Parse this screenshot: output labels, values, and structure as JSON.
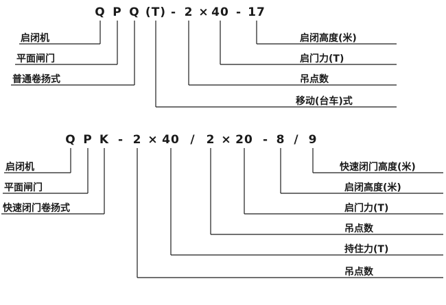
{
  "page": {
    "background": "#ffffff",
    "line_color": "#1a1a1a"
  },
  "diagram1": {
    "code_tokens": [
      "Q",
      "P",
      "Q",
      "(T)",
      "-",
      "2",
      "×",
      "40",
      "-",
      "17"
    ],
    "left_labels": [
      "启闭机",
      "平面闸门",
      "普通卷扬式"
    ],
    "right_labels": [
      "启闭高度(米)",
      "启门力(T)",
      "吊点数",
      "移动(台车)式"
    ]
  },
  "diagram2": {
    "code_tokens": [
      "Q",
      "P",
      "K",
      "-",
      "2",
      "×",
      "40",
      "/",
      "2",
      "×",
      "20",
      "-",
      "8",
      "/",
      "9"
    ],
    "left_labels": [
      "启闭机",
      "平面闸门",
      "快速闭门卷扬式"
    ],
    "right_labels": [
      "快速闭门高度(米)",
      "启闭高度(米)",
      "启门力(T)",
      "吊点数",
      "持住力(T)",
      "吊点数"
    ]
  }
}
